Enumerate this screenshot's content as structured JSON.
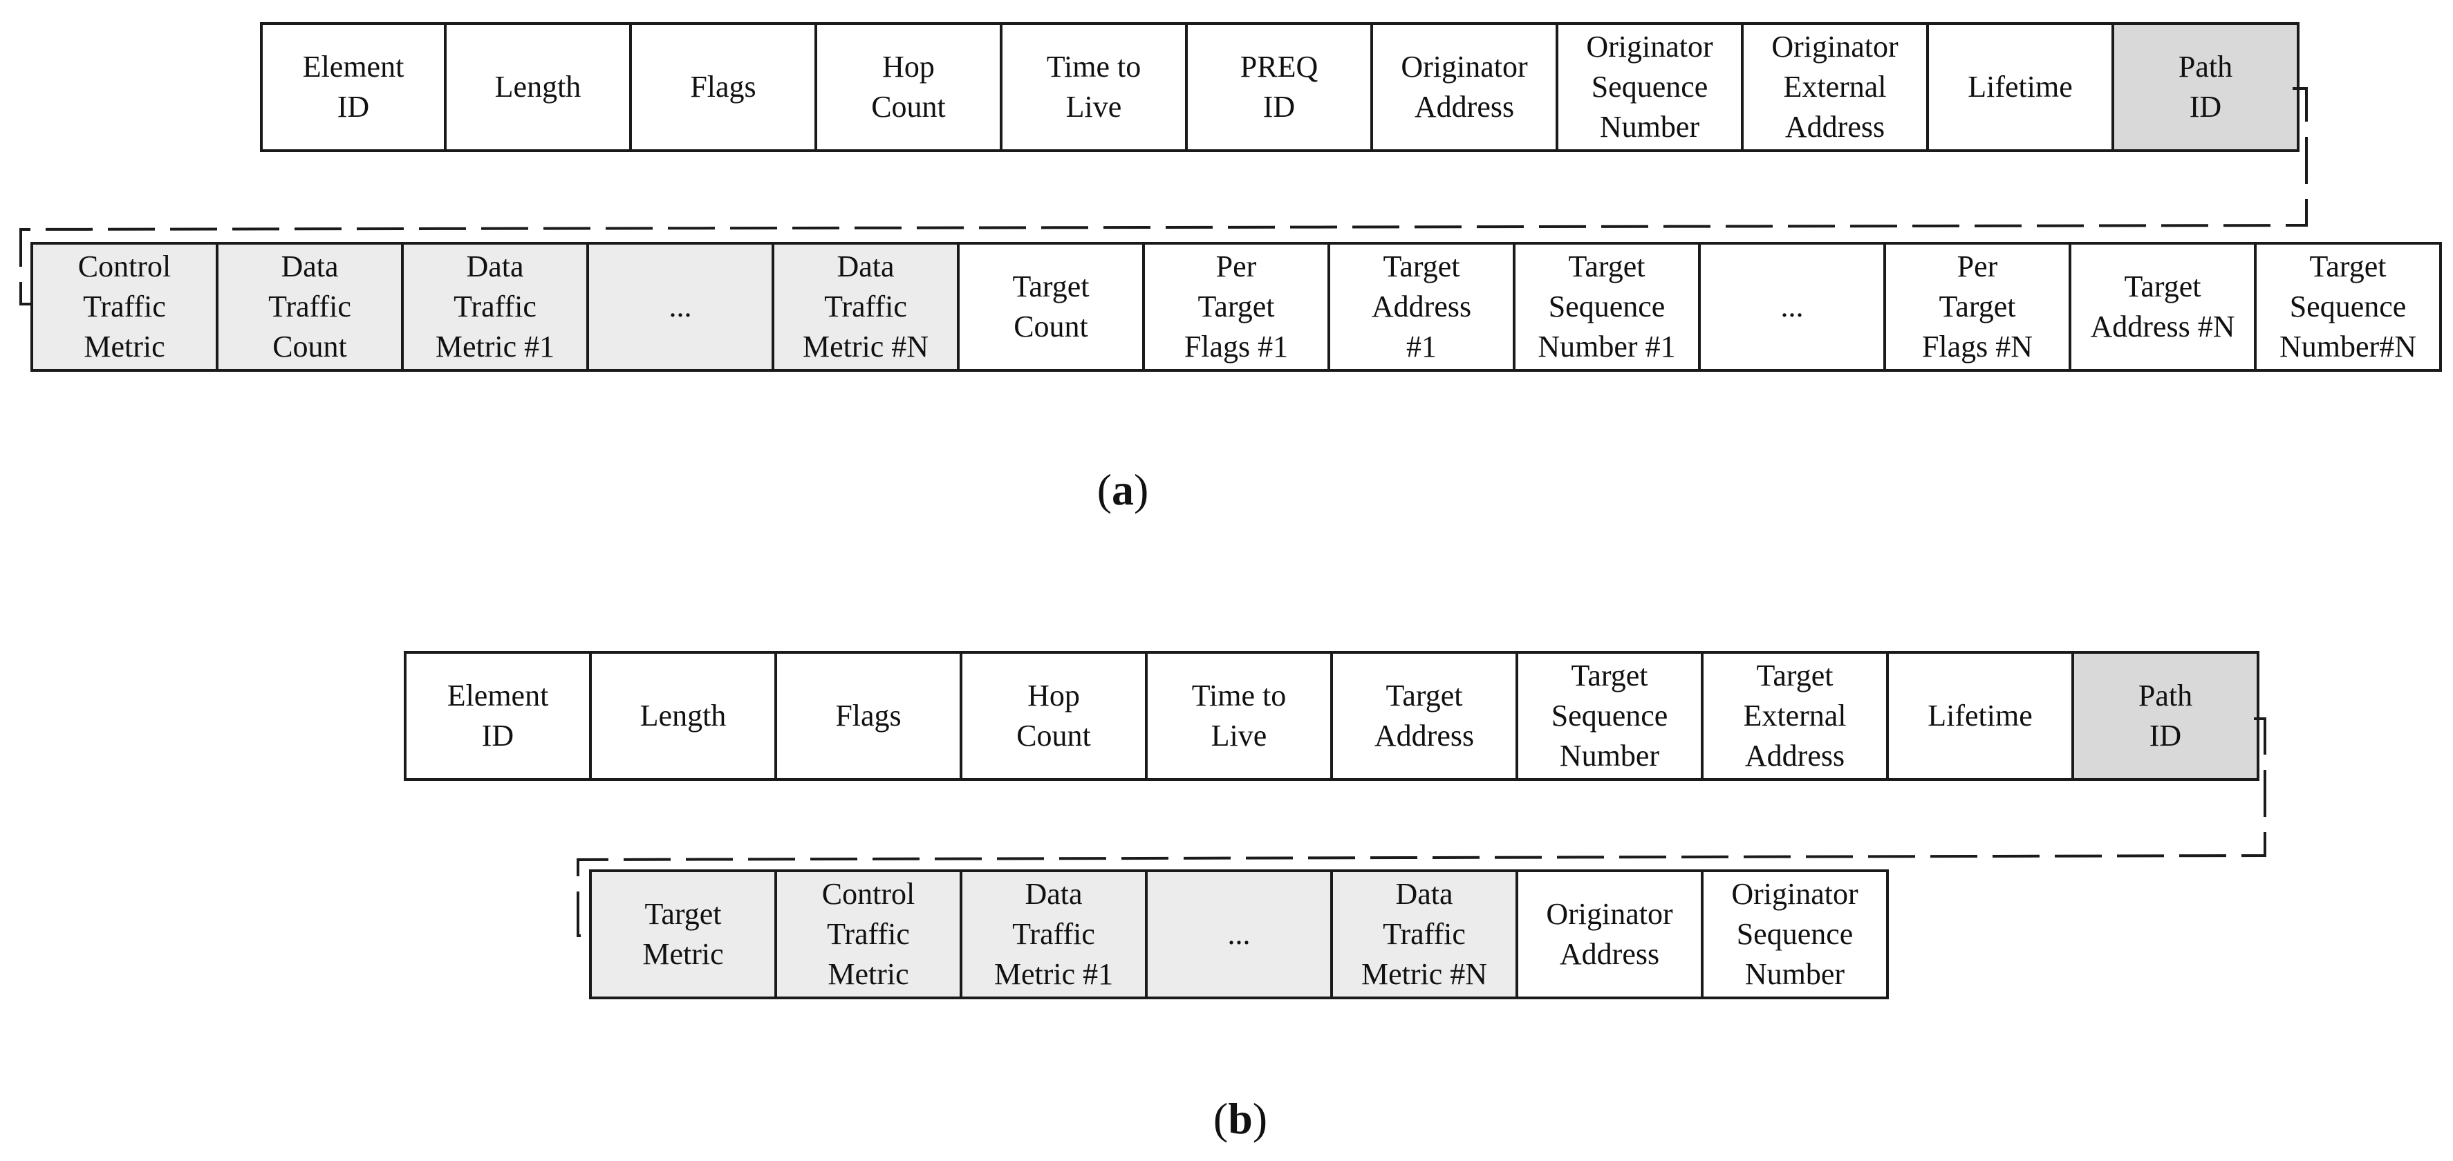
{
  "diagram_a": {
    "top_row": [
      {
        "label": "Element\nID",
        "shade": "none"
      },
      {
        "label": "Length",
        "shade": "none"
      },
      {
        "label": "Flags",
        "shade": "none"
      },
      {
        "label": "Hop\nCount",
        "shade": "none"
      },
      {
        "label": "Time to\nLive",
        "shade": "none"
      },
      {
        "label": "PREQ\nID",
        "shade": "none"
      },
      {
        "label": "Originator\nAddress",
        "shade": "none"
      },
      {
        "label": "Originator\nSequence\nNumber",
        "shade": "none"
      },
      {
        "label": "Originator\nExternal\nAddress",
        "shade": "none"
      },
      {
        "label": "Lifetime",
        "shade": "none"
      },
      {
        "label": "Path\nID",
        "shade": "dark"
      }
    ],
    "bottom_row": [
      {
        "label": "Control\nTraffic\nMetric",
        "shade": "light"
      },
      {
        "label": "Data\nTraffic\nCount",
        "shade": "light"
      },
      {
        "label": "Data\nTraffic\nMetric #1",
        "shade": "light"
      },
      {
        "label": "...",
        "shade": "light"
      },
      {
        "label": "Data\nTraffic\nMetric #N",
        "shade": "light"
      },
      {
        "label": "Target\nCount",
        "shade": "none"
      },
      {
        "label": "Per\nTarget\nFlags #1",
        "shade": "none"
      },
      {
        "label": "Target\nAddress\n#1",
        "shade": "none"
      },
      {
        "label": "Target\nSequence\nNumber #1",
        "shade": "none"
      },
      {
        "label": "...",
        "shade": "none"
      },
      {
        "label": "Per\nTarget\nFlags #N",
        "shade": "none"
      },
      {
        "label": "Target\nAddress #N",
        "shade": "none"
      },
      {
        "label": "Target\nSequence\nNumber#N",
        "shade": "none"
      }
    ],
    "caption_letter": "a"
  },
  "diagram_b": {
    "top_row": [
      {
        "label": "Element\nID",
        "shade": "none"
      },
      {
        "label": "Length",
        "shade": "none"
      },
      {
        "label": "Flags",
        "shade": "none"
      },
      {
        "label": "Hop\nCount",
        "shade": "none"
      },
      {
        "label": "Time to\nLive",
        "shade": "none"
      },
      {
        "label": "Target\nAddress",
        "shade": "none"
      },
      {
        "label": "Target\nSequence\nNumber",
        "shade": "none"
      },
      {
        "label": "Target\nExternal\nAddress",
        "shade": "none"
      },
      {
        "label": "Lifetime",
        "shade": "none"
      },
      {
        "label": "Path\nID",
        "shade": "dark"
      }
    ],
    "bottom_row": [
      {
        "label": "Target\nMetric",
        "shade": "light"
      },
      {
        "label": "Control\nTraffic\nMetric",
        "shade": "light"
      },
      {
        "label": "Data\nTraffic\nMetric #1",
        "shade": "light"
      },
      {
        "label": "...",
        "shade": "light"
      },
      {
        "label": "Data\nTraffic\nMetric #N",
        "shade": "light"
      },
      {
        "label": "Originator\nAddress",
        "shade": "none"
      },
      {
        "label": "Originator\nSequence\nNumber",
        "shade": "none"
      }
    ],
    "caption_letter": "b"
  },
  "colors": {
    "border": "#1a1a1a",
    "shade_dark": "#d9d9d9",
    "shade_light": "#ececec",
    "cell_background": "#ffffff"
  }
}
